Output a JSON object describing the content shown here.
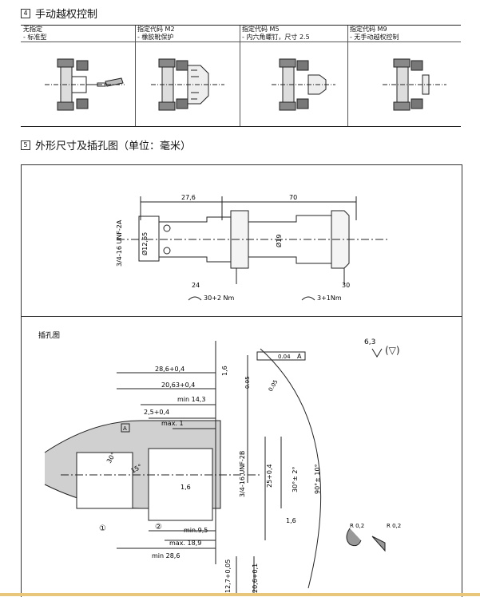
{
  "section4": {
    "num": "4",
    "title": "手动越权控制"
  },
  "options": [
    {
      "line1": "无指定",
      "line2": "- 标准型"
    },
    {
      "line1": "指定代码 M2",
      "line2": "- 橡胶靴保护"
    },
    {
      "line1": "指定代码 M5",
      "line2": "- 内六角螺钉，尺寸 2.5"
    },
    {
      "line1": "指定代码 M9",
      "line2": "- 无手动越权控制"
    }
  ],
  "section5": {
    "num": "5",
    "title": "外形尺寸及插孔图（单位：毫米）"
  },
  "valve": {
    "dim1": "27,6",
    "dim2": "70",
    "thread": "3/4-16 UNF-2A",
    "dia1": "Ø12,65",
    "dia2": "Ø19",
    "hex1": "24",
    "hex2": "30",
    "torque1": "30+2 Nm",
    "torque2": "3+1Nm"
  },
  "cavity": {
    "label": "插孔图",
    "surface": "6,3",
    "tol_flat": "0.04",
    "tol_ref": "A",
    "rough1": "1,6",
    "datum": "A",
    "d_286": "28,6+0,4",
    "d_2063": "20,63+0,4",
    "d_min143": "min 14,3",
    "d_25": "2,5+0,4",
    "d_max1": "max. 1",
    "ang30": "30°",
    "ang15": "15°",
    "tol005a": "0.05",
    "tol005b": "0.05",
    "thread": "3/4-16 UNF-2B",
    "d_254": "25+0,4",
    "ang_30pm2": "30°± 2°",
    "ang_90pm10": "90°± 10°",
    "rough2": "1,6",
    "rough3": "1,6",
    "mark1": "①",
    "mark2": "②",
    "d_min95": "min.9,5",
    "d_max189": "max. 18,9",
    "d_min286": "min 28,6",
    "d_127": "12,7+0,05",
    "d_206": "20,6+0,1",
    "r1": "R 0,2",
    "r2": "R 0,2"
  }
}
